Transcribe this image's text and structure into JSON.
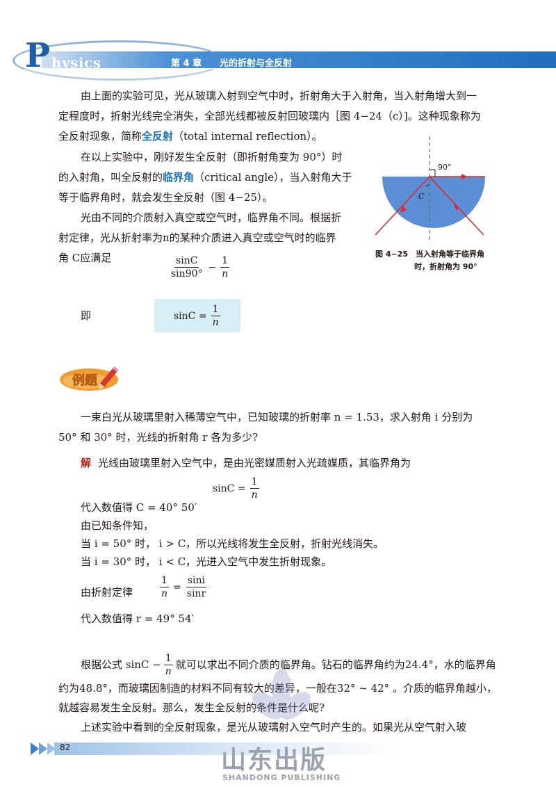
{
  "header": {
    "logo_P": "P",
    "logo_rest": "hysics",
    "chapter": "第 4 章",
    "chapter_title": "光的折射与全反射"
  },
  "para1": [
    "由上面的实验可见，光从玻璃入射到空气中时，折射角大于入射角，当入射角增大到一",
    "定程度时，折射光线完全消失，全部光线都被反射回玻璃内［图 4−24（c）]。这种现象称为",
    [
      "全反射现象，简称",
      "全反射",
      "（total internal reflection）。"
    ]
  ],
  "para2": [
    "在以上实验中，刚好发生全反射（即折射角变为 90°）时",
    [
      "的入射角，叫全反射的",
      "临界角",
      "（critical angle），当入射角大于"
    ],
    "等于临界角时，就会发生全反射（图 4−25）。"
  ],
  "para3": [
    "光由不同的介质射入真空或空气时，临界角不同。根据折",
    "射定律，光从折射率为n的某种介质进入真空或空气时的临界",
    "角 C应满足"
  ],
  "formula1": {
    "num": "sinC",
    "den": "sin90°",
    "op": "−",
    "rnum": "1",
    "rden": "n"
  },
  "ji_label": "即",
  "formula2": {
    "lhs": "sinC =",
    "num": "1",
    "den": "n"
  },
  "figure": {
    "angle_label": "90°",
    "c_label": "C",
    "caption_line1": "图 4−25　当入射角等于临界角",
    "caption_line2": "时，折射角为 90°"
  },
  "example_label": "例题",
  "problem": [
    "一束白光从玻璃里射入稀薄空气中，已知玻璃的折射率 n = 1.53，求入射角 i 分别为",
    "50° 和 30° 时，光线的折射角 r 各为多少?"
  ],
  "solution": {
    "jie": "解",
    "intro": "光线由玻璃里射入空气中，是由光密媒质射入光疏媒质，其临界角为",
    "f3": {
      "lhs": "sinC =",
      "num": "1",
      "den": "n"
    },
    "lines": [
      "代入数值得  C = 40° 50′",
      "由已知条件知，",
      "当 i = 50°  时， i > C，所以光线将发生全反射，折射光线消失。",
      "当 i = 30°  时， i < C，光进入空气中发生折射现象。"
    ],
    "snell_label": "由折射定律",
    "f4": {
      "lnum": "1",
      "lden": "n",
      "op": "=",
      "rnum": "sini",
      "rden": "sinr"
    },
    "result": "代入数值得    r = 49° 54′"
  },
  "para4": {
    "line1_pre": "根据公式 sinC −",
    "frac_num": "1",
    "frac_den": "n",
    "line1_post": "就可以求出不同介质的临界角。钻石的临界角约为24.4°，水的临界角",
    "lines": [
      "约为48.8°，而玻璃因制造的材料不同有较大的差异，一般在32° ~ 42° 。介质的临界角越小，",
      "就越容易发生全反射。那么，发生全反射的条件是什么呢?",
      "上述实验中看到的全反射现象，是光从玻璃射入空气时产生的。如果光从空气射入玻"
    ]
  },
  "footer": {
    "page_number": "82",
    "watermark_cn": "山东出版",
    "watermark_en": "SHANDONG PUBLISHING"
  },
  "colors": {
    "accent": "#1a6fb3",
    "header_band": "#2a7fc9",
    "formula_box": "#d8eef5",
    "glass": "#5b8fd6",
    "ray": "#e0262c"
  }
}
